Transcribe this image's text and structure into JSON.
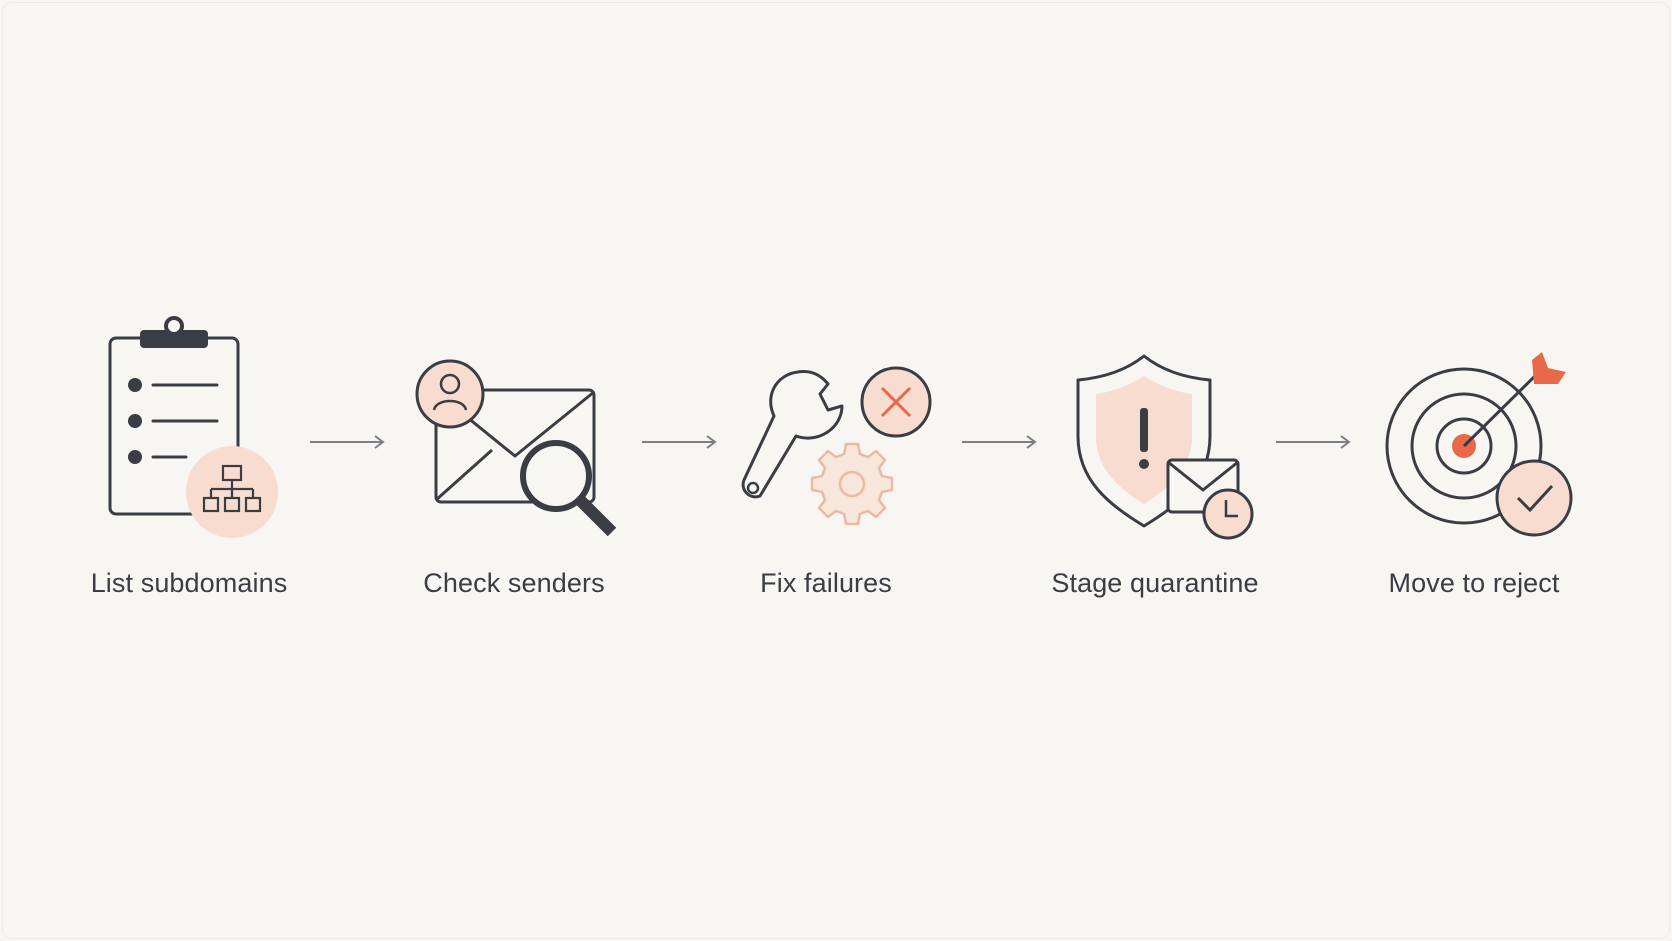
{
  "steps": [
    {
      "label": "List subdomains",
      "icon": "clipboard-sitemap-icon"
    },
    {
      "label": "Check senders",
      "icon": "envelope-search-icon"
    },
    {
      "label": "Fix failures",
      "icon": "wrench-gear-error-icon"
    },
    {
      "label": "Stage quarantine",
      "icon": "shield-warning-mail-icon"
    },
    {
      "label": "Move to reject",
      "icon": "target-check-icon"
    }
  ],
  "colors": {
    "background": "#f8f6f2",
    "stroke": "#3a3d44",
    "accent": "#e8684a",
    "accent_fill": "#f8dccf"
  }
}
